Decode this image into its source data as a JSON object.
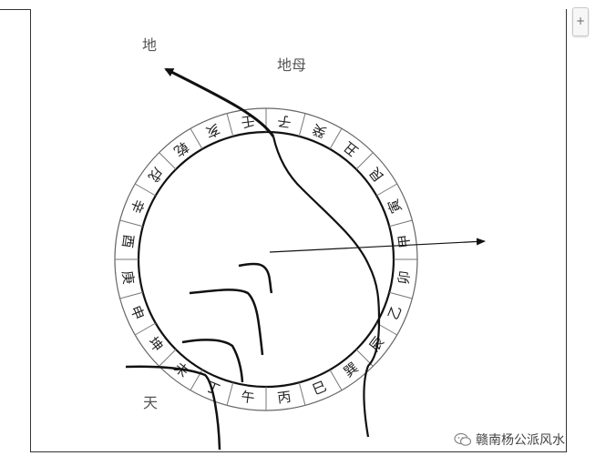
{
  "labels": {
    "di": "地",
    "dimu": "地母",
    "tian": "天"
  },
  "ring": {
    "chars": [
      "子",
      "癸",
      "丑",
      "艮",
      "寅",
      "甲",
      "卯",
      "乙",
      "辰",
      "巽",
      "巳",
      "丙",
      "午",
      "丁",
      "未",
      "坤",
      "申",
      "庚",
      "酉",
      "辛",
      "戌",
      "乾",
      "亥",
      "壬"
    ]
  },
  "watermark": {
    "text": "赣南杨公派风水"
  },
  "toolbar": {
    "plus_label": "+"
  },
  "colors": {
    "stroke": "#111111",
    "ring": "#666666"
  }
}
